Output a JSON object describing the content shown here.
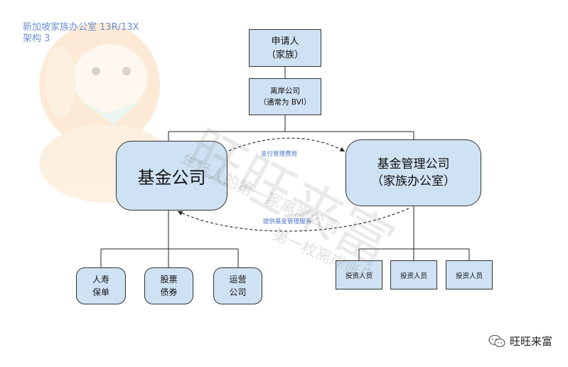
{
  "caption": {
    "line1": "新加坡家族办公室 13R/13X",
    "line2": "架构 3"
  },
  "nodes": {
    "applicant": {
      "line1": "申请人",
      "line2": "（家族）"
    },
    "offshore": {
      "line1": "离岸公司",
      "line2": "（通常为 BVI）"
    },
    "fund_company": {
      "label": "基金公司"
    },
    "fund_manager": {
      "line1": "基金管理公司",
      "line2": "（家族办公室）"
    },
    "life_insurance": {
      "line1": "人寿",
      "line2": "保单"
    },
    "stocks_bonds": {
      "line1": "股票",
      "line2": "债券"
    },
    "operations": {
      "line1": "运营",
      "line2": "公司"
    },
    "investor_1": {
      "label": "投资人员"
    },
    "investor_2": {
      "label": "投资人员"
    },
    "investor_3": {
      "label": "投资人员"
    }
  },
  "edges": {
    "pay_fee": "支付管理费用",
    "provide_service": "提供基金管理服务"
  },
  "watermark": {
    "big": "旺旺来富",
    "line1": "年轻人的第一家离岸公司",
    "line2": "第一枚离岸账户"
  },
  "brand": {
    "name": "旺旺来富"
  },
  "colors": {
    "box_fill": "#cfe2f3",
    "border": "#333333",
    "caption": "#6d8fd3",
    "edge_label": "#4a76c9"
  }
}
